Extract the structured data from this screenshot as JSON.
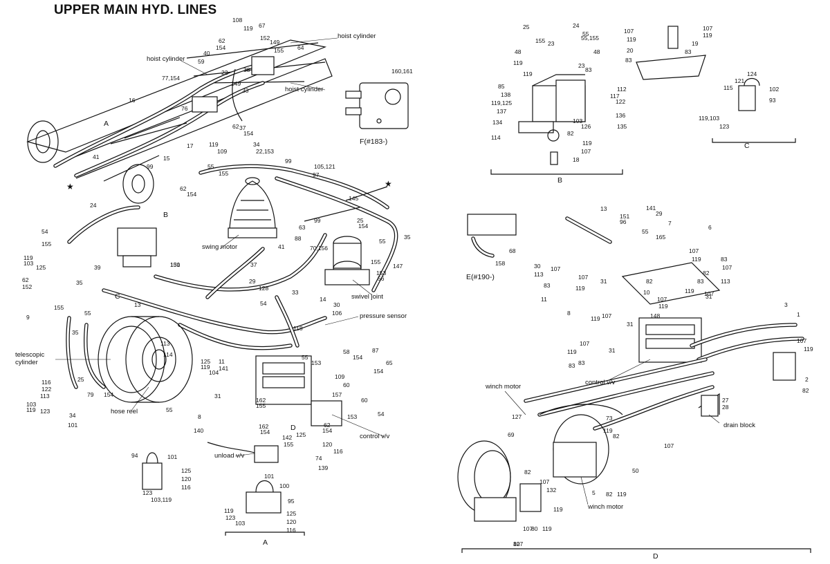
{
  "title": "UPPER MAIN HYD. LINES",
  "component_labels": {
    "hoist_cylinder_top": "hoist cylinder",
    "hoist_cylinder_left": "hoist cylinder",
    "hoist_cylinder_right": "hoist cylinder",
    "swing_motor": "swing motor",
    "swivel_joint": "swivel joint",
    "pressure_sensor": "pressure sensor",
    "telescopic_cylinder": "telescopic\ncylinder",
    "hose_reel": "hose reel",
    "unload_vv": "unload v/v",
    "control_vv_left": "control v/v",
    "control_vv_right": "control v/v",
    "winch_motor_left": "winch motor",
    "winch_motor_right": "winch motor",
    "drain_block": "drain block"
  },
  "view_labels": {
    "A_bottom": "A",
    "A_arrow": "A",
    "B_bracket": "B",
    "B_arrow": "B",
    "C_bracket": "C",
    "C_arrow": "C",
    "D_bracket": "D",
    "D_arrow": "D",
    "F_view": "F(#183-)",
    "E_view": "E(#190-)"
  },
  "part_numbers": {
    "upper_left": [
      "108",
      "119",
      "67",
      "62",
      "154",
      "152",
      "149",
      "155",
      "64",
      "40",
      "59",
      "22",
      "38",
      "77,154",
      "16",
      "149",
      "33",
      "76",
      "62",
      "154",
      "37",
      "17",
      "119",
      "109",
      "15",
      "99",
      "41",
      "160,161"
    ],
    "middle": [
      "34",
      "22,153",
      "99",
      "105,121",
      "55",
      "155",
      "97",
      "62",
      "154",
      "145",
      "63",
      "99",
      "25",
      "154",
      "88",
      "70,156",
      "55",
      "35",
      "155",
      "153",
      "147",
      "56",
      "41",
      "37",
      "29",
      "128",
      "33",
      "14",
      "54",
      "30",
      "106",
      "118",
      "150",
      "131"
    ],
    "left": [
      "24",
      "54",
      "155",
      "119",
      "103",
      "125",
      "39",
      "35",
      "62",
      "152",
      "13",
      "155",
      "55",
      "9",
      "35",
      "113",
      "114",
      "125",
      "119",
      "104",
      "11",
      "141",
      "25",
      "79",
      "154",
      "116",
      "122",
      "113",
      "103",
      "119",
      "123",
      "34",
      "101",
      "31",
      "8",
      "55",
      "140"
    ],
    "center_lower": [
      "58",
      "154",
      "87",
      "65",
      "55",
      "153",
      "154",
      "109",
      "60",
      "157",
      "162",
      "155",
      "60",
      "54",
      "153",
      "62",
      "154",
      "125",
      "120",
      "116",
      "74",
      "139",
      "162",
      "154",
      "142",
      "155"
    ],
    "view_A": [
      "94",
      "101",
      "125",
      "120",
      "116",
      "123",
      "103,119",
      "101",
      "100",
      "95",
      "125",
      "120",
      "116",
      "119",
      "123",
      "103"
    ],
    "view_B": [
      "25",
      "24",
      "155",
      "55",
      "23",
      "55,155",
      "48",
      "48",
      "119",
      "23",
      "119",
      "83",
      "85",
      "138",
      "119,125",
      "137",
      "134",
      "114",
      "103",
      "126",
      "82",
      "119",
      "107",
      "18",
      "112",
      "117",
      "122",
      "136",
      "135"
    ],
    "view_B_right": [
      "107",
      "119",
      "20",
      "83",
      "19",
      "83",
      "107",
      "119"
    ],
    "view_C": [
      "124",
      "121",
      "115",
      "102",
      "93",
      "119,103",
      "123"
    ],
    "view_E": [
      "68",
      "158"
    ],
    "right_top": [
      "13",
      "151",
      "96",
      "141",
      "29",
      "55",
      "165",
      "7",
      "6",
      "107",
      "119",
      "30",
      "107",
      "113",
      "107",
      "119",
      "31",
      "83",
      "11",
      "82",
      "10",
      "107",
      "119",
      "148",
      "82",
      "83",
      "107",
      "119",
      "31",
      "83",
      "107",
      "113"
    ],
    "right_mid": [
      "8",
      "119",
      "107",
      "31",
      "107",
      "119",
      "83",
      "31",
      "83",
      "3",
      "1",
      "107",
      "119",
      "2",
      "82",
      "27",
      "28"
    ],
    "right_low": [
      "127",
      "73",
      "69",
      "119",
      "82",
      "107",
      "82",
      "132",
      "119",
      "107",
      "50",
      "5",
      "82",
      "119",
      "107",
      "80",
      "119",
      "107",
      "82"
    ]
  }
}
